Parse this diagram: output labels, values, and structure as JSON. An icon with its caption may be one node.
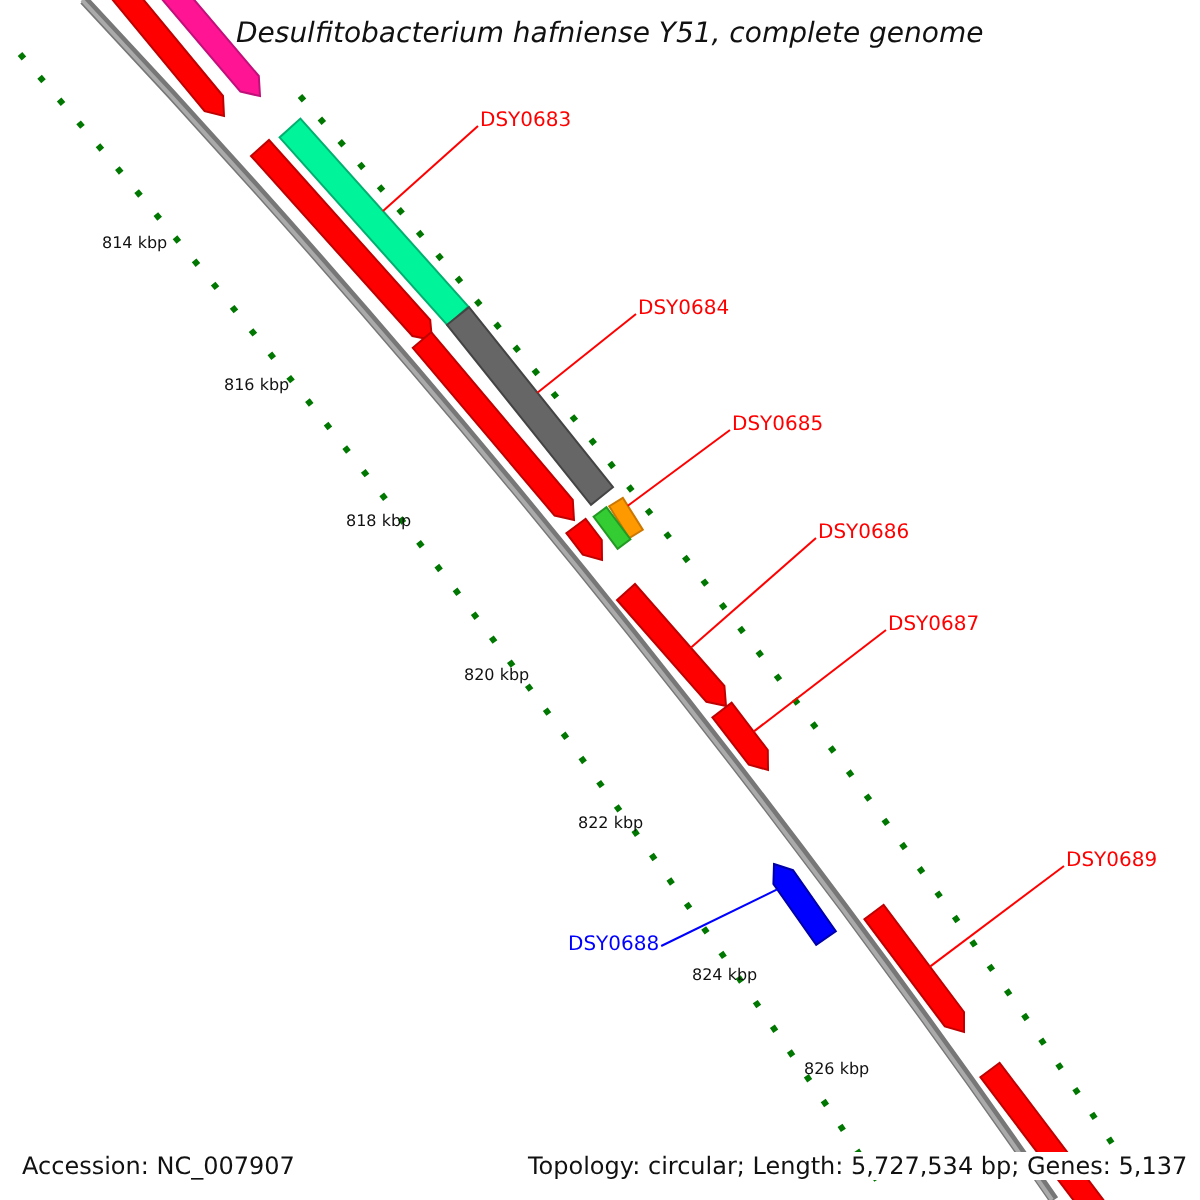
{
  "diagram": {
    "title": "Desulfitobacterium hafniense Y51, complete genome",
    "nodes": [
      {
        "text": [
          "DSY0683"
        ]
      },
      {
        "text": [
          "DSY0684"
        ]
      },
      {
        "text": [
          "DSY0685"
        ]
      },
      {
        "text": [
          "DSY0686"
        ]
      },
      {
        "text": [
          "DSY0687"
        ]
      },
      {
        "text": [
          "DSY0688"
        ]
      },
      {
        "text": [
          "DSY0689"
        ]
      },
      {
        "text": [],
        "shape": "arrow"
      },
      {
        "text": [],
        "shape": "arrow"
      },
      {
        "text": [],
        "shape": "bar"
      },
      {
        "text": [],
        "shape": "arrow"
      },
      {
        "text": [],
        "shape": "arrow"
      },
      {
        "text": [],
        "shape": "bar"
      },
      {
        "text": [],
        "shape": "bar"
      },
      {
        "text": [],
        "shape": "bar"
      },
      {
        "text": [],
        "shape": "arrow"
      },
      {
        "text": [],
        "shape": "arrow"
      },
      {
        "text": [],
        "shape": "arrow"
      },
      {
        "text": [],
        "shape": "arrow"
      },
      {
        "text": [],
        "shape": "arrow"
      },
      {
        "text": [],
        "shape": "bar"
      }
    ],
    "edges": [
      {
        "from": 0,
        "to": 9,
        "arrow": "none"
      },
      {
        "from": 1,
        "to": 12,
        "arrow": "none"
      },
      {
        "from": 2,
        "to": 13,
        "arrow": "none"
      },
      {
        "from": 3,
        "to": 16,
        "arrow": "none"
      },
      {
        "from": 4,
        "to": 17,
        "arrow": "none"
      },
      {
        "from": 5,
        "to": 18,
        "arrow": "none",
        "color": "#0000ff"
      },
      {
        "from": 6,
        "to": 19,
        "arrow": "none"
      }
    ],
    "labels": [
      "814 kbp",
      "816 kbp",
      "818 kbp",
      "820 kbp",
      "822 kbp",
      "824 kbp",
      "826 kbp",
      "Accession: NC_007907",
      "Topology: circular; Length: 5,727,534 bp; Genes: 5,137"
    ]
  }
}
